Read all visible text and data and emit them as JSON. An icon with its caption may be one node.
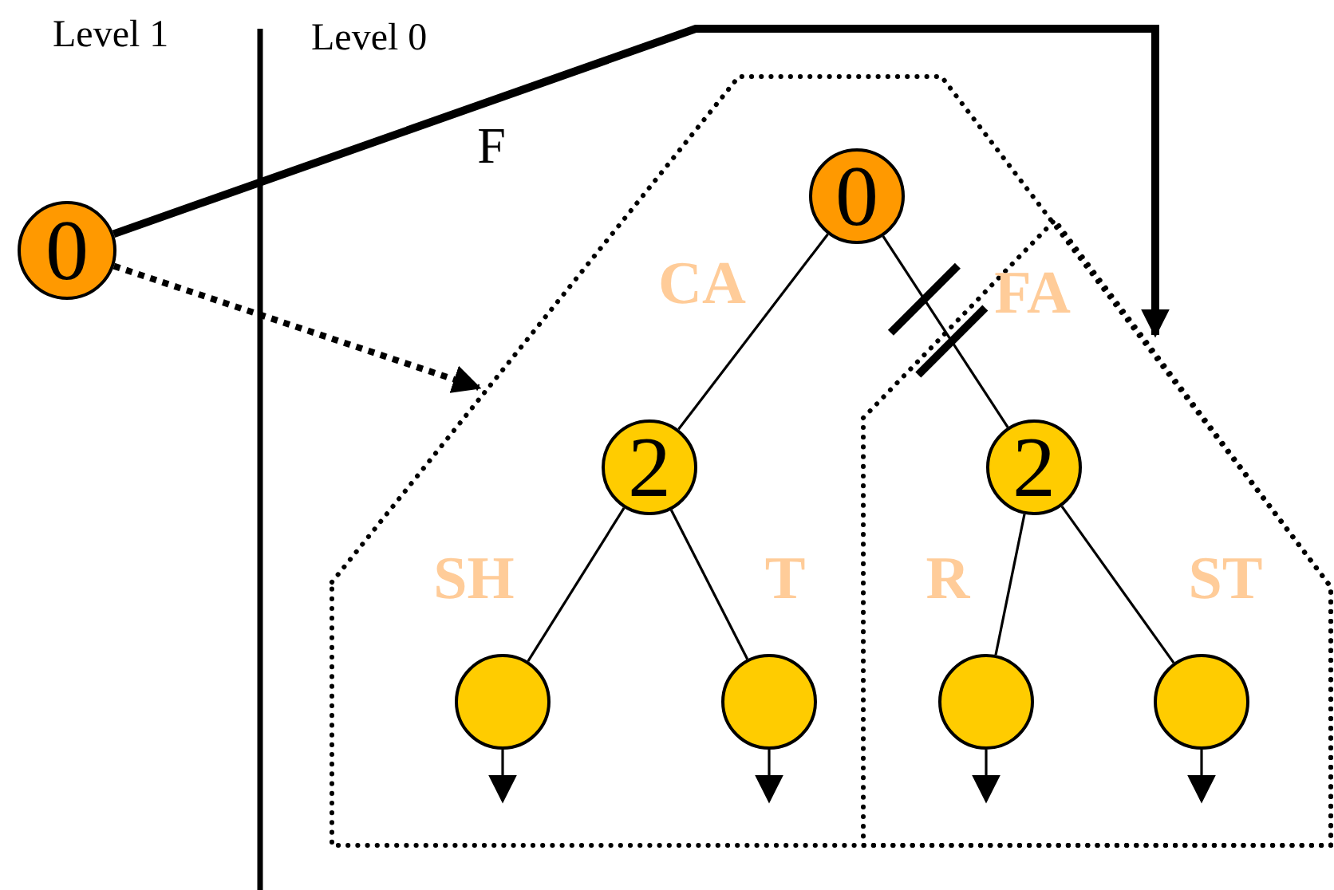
{
  "diagram": {
    "nodes": [
      {
        "text": [
          "0"
        ]
      },
      {
        "text": [],
        "shape": "polygon"
      },
      {
        "text": [],
        "shape": "polygon",
        "in": 1
      },
      {
        "text": [
          "0"
        ],
        "in": 1
      },
      {
        "text": [
          "2"
        ],
        "in": 1
      },
      {
        "text": [
          "2"
        ],
        "in": 2
      },
      {
        "text": [],
        "shape": "circle",
        "in": 1
      },
      {
        "text": [],
        "shape": "circle",
        "in": 1
      },
      {
        "text": [],
        "shape": "circle",
        "in": 2
      },
      {
        "text": [],
        "shape": "circle",
        "in": 2
      }
    ],
    "edges": [
      {
        "from": 0,
        "to": 2,
        "arrow": "to",
        "label": "F",
        "style": "thick"
      },
      {
        "from": 0,
        "to": 1,
        "arrow": "to",
        "style": "dashed"
      },
      {
        "from": 3,
        "to": 4,
        "arrow": "none",
        "label": "CA"
      },
      {
        "from": 3,
        "to": 5,
        "arrow": "none",
        "label": "FA"
      },
      {
        "from": 4,
        "to": 6,
        "arrow": "none",
        "label": "SH"
      },
      {
        "from": 4,
        "to": 7,
        "arrow": "none",
        "label": "T"
      },
      {
        "from": 5,
        "to": 8,
        "arrow": "none",
        "label": "R"
      },
      {
        "from": 5,
        "to": 9,
        "arrow": "none",
        "label": "ST"
      },
      {
        "from": 6,
        "to": null,
        "arrow": "to"
      },
      {
        "from": 7,
        "to": null,
        "arrow": "to"
      },
      {
        "from": 8,
        "to": null,
        "arrow": "to"
      },
      {
        "from": 9,
        "to": null,
        "arrow": "to"
      }
    ],
    "labels": [
      "Level 1",
      "Level 0"
    ]
  }
}
